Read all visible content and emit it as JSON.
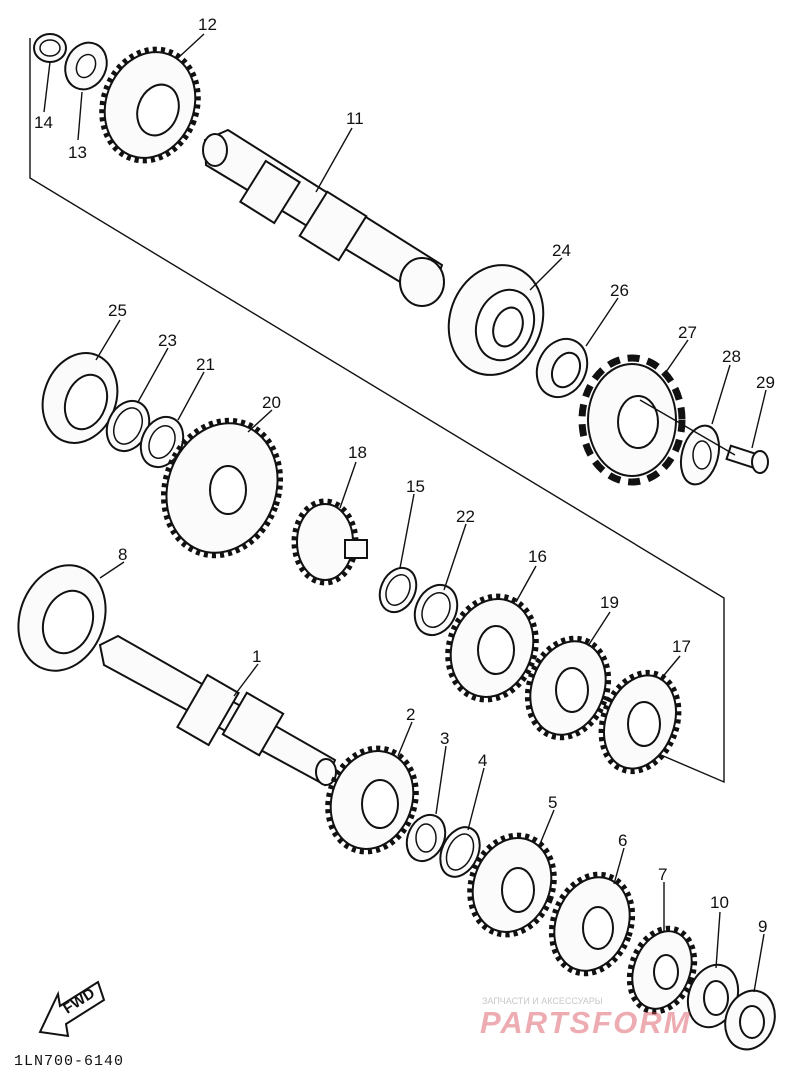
{
  "diagram": {
    "code": "1LN700-6140",
    "fwd_label": "FWD",
    "callouts": [
      "1",
      "2",
      "3",
      "4",
      "5",
      "6",
      "7",
      "8",
      "9",
      "10",
      "11",
      "12",
      "13",
      "14",
      "15",
      "16",
      "17",
      "18",
      "19",
      "20",
      "21",
      "22",
      "23",
      "24",
      "25",
      "26",
      "27",
      "28",
      "29"
    ]
  },
  "watermark": {
    "caption": "ЗАПЧАСТИ И АКСЕССУАРЫ",
    "logo": "PARTSFORM"
  },
  "colors": {
    "ink": "#111111",
    "paper": "#ffffff",
    "watermark": "#d74655"
  }
}
